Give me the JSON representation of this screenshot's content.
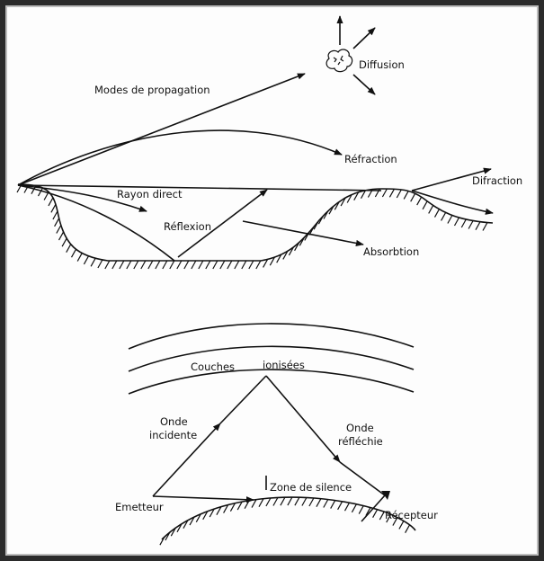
{
  "propagation": {
    "title": "Modes de propagation",
    "diffusion": "Diffusion",
    "refraction": "Réfraction",
    "diffraction": "Difraction",
    "rayon_direct": "Rayon direct",
    "reflexion": "Réflexion",
    "absorption": "Absorbtion"
  },
  "ionosphere": {
    "couches": "Couches",
    "ionisees": "ionisées",
    "onde_incidente_1": "Onde",
    "onde_incidente_2": "incidente",
    "onde_reflechie_1": "Onde",
    "onde_reflechie_2": "réfléchie",
    "zone_silence": "Zone de silence",
    "emetteur": "Emetteur",
    "recepteur": "Récepteur"
  }
}
